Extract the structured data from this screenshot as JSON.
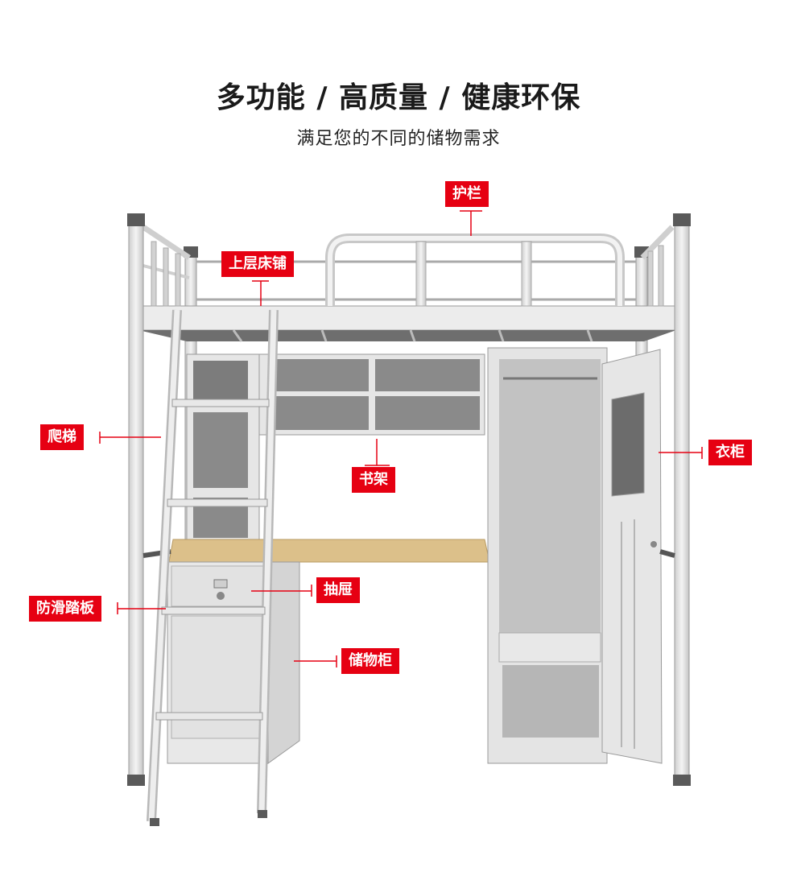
{
  "header": {
    "title": "多功能 / 高质量 / 健康环保",
    "subtitle": "满足您的不同的储物需求"
  },
  "labels": {
    "guardrail": "护栏",
    "upper_bunk": "上层床铺",
    "ladder": "爬梯",
    "bookshelf": "书架",
    "wardrobe": "衣柜",
    "drawer": "抽屉",
    "anti_slip_pedal": "防滑踏板",
    "storage_cabinet": "储物柜"
  },
  "colors": {
    "accent": "#e60012",
    "frame": "#e6e6e6",
    "frame_stroke": "#9a9a9a",
    "desk_top": "#dcc08a",
    "foot_cap": "#5a5a5a"
  }
}
